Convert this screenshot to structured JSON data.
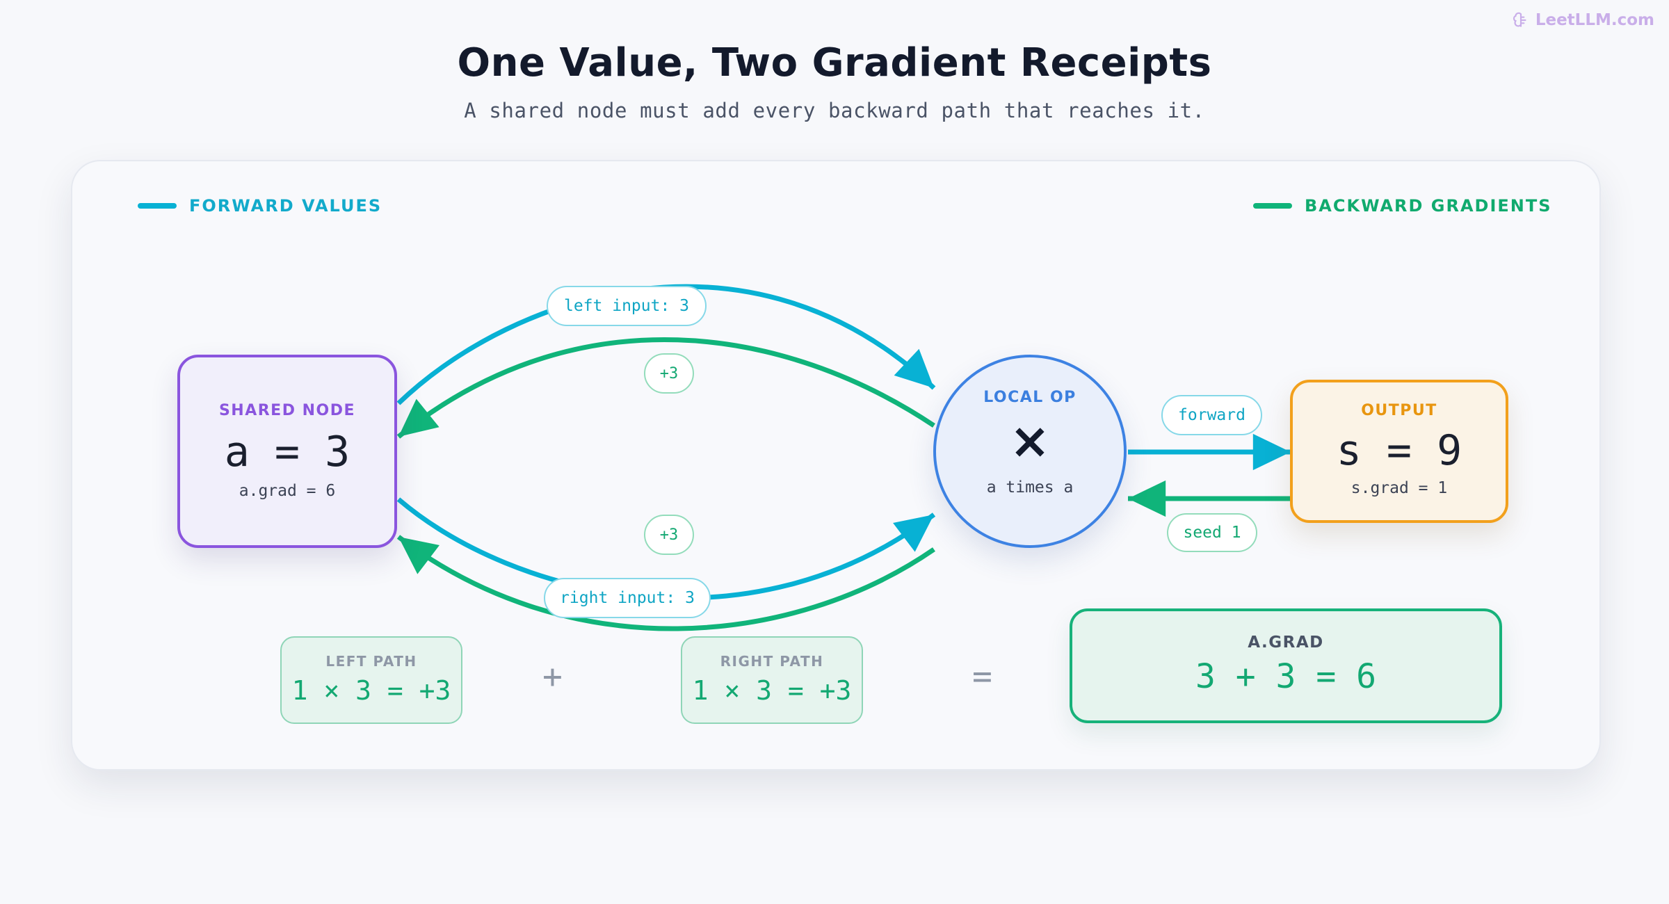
{
  "brand": {
    "name": "LeetLLM.com",
    "icon": "brain-icon"
  },
  "title": "One Value, Two Gradient Receipts",
  "subtitle": "A shared node must add every backward path that reaches it.",
  "legend": {
    "forward": "FORWARD VALUES",
    "backward": "BACKWARD GRADIENTS"
  },
  "colors": {
    "forward": "#08b1d4",
    "backward": "#10b47a",
    "shared_node": "#8a55de",
    "local_op": "#3d82e3",
    "output": "#f2a01c"
  },
  "nodes": {
    "shared": {
      "label": "SHARED NODE",
      "value": "a = 3",
      "grad": "a.grad = 6"
    },
    "op": {
      "label": "LOCAL OP",
      "symbol": "×",
      "desc": "a times a"
    },
    "output": {
      "label": "OUTPUT",
      "value": "s = 9",
      "grad": "s.grad = 1"
    }
  },
  "edges": {
    "left_input": "left input: 3",
    "right_input": "right input: 3",
    "forward": "forward",
    "seed": "seed 1",
    "left_grad": "+3",
    "right_grad": "+3"
  },
  "sum": {
    "left": {
      "label": "LEFT PATH",
      "expr": "1 × 3 = +3"
    },
    "plus": "+",
    "right": {
      "label": "RIGHT PATH",
      "expr": "1 × 3 = +3"
    },
    "equals": "=",
    "result": {
      "label": "A.GRAD",
      "expr": "3 + 3 = 6"
    }
  }
}
